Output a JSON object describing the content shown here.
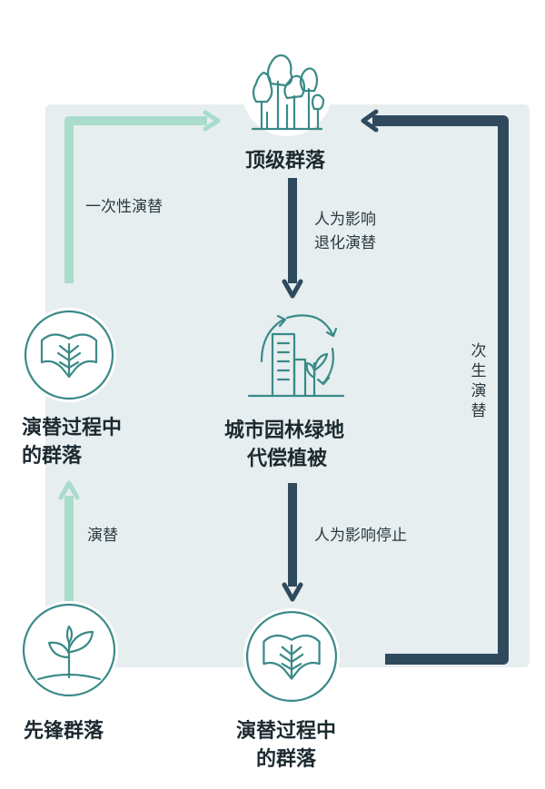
{
  "nodes": {
    "climax": "顶级群落",
    "urban": [
      "城市园林绿地",
      "代偿植被"
    ],
    "left_mid": [
      "演替过程中",
      "的群落"
    ],
    "pioneer": "先锋群落",
    "bottom_mid": [
      "演替过程中",
      "的群落"
    ]
  },
  "edges": {
    "primary": "一次性演替",
    "degradation": [
      "人为影响",
      "退化演替"
    ],
    "succession": "演替",
    "stop": "人为影响停止",
    "secondary": "次生演替"
  },
  "icons": {
    "climax": "forest-icon",
    "urban": "city-recycle-icon",
    "left_mid": "leaf-icon",
    "pioneer": "sprout-icon",
    "bottom_mid": "leaf-icon"
  },
  "colors": {
    "panel": "#e6eef0",
    "teal_icon": "#3a8a87",
    "light_green": "#a9dccb",
    "dark_navy": "#2f4a5d",
    "text": "#1c2a30"
  }
}
